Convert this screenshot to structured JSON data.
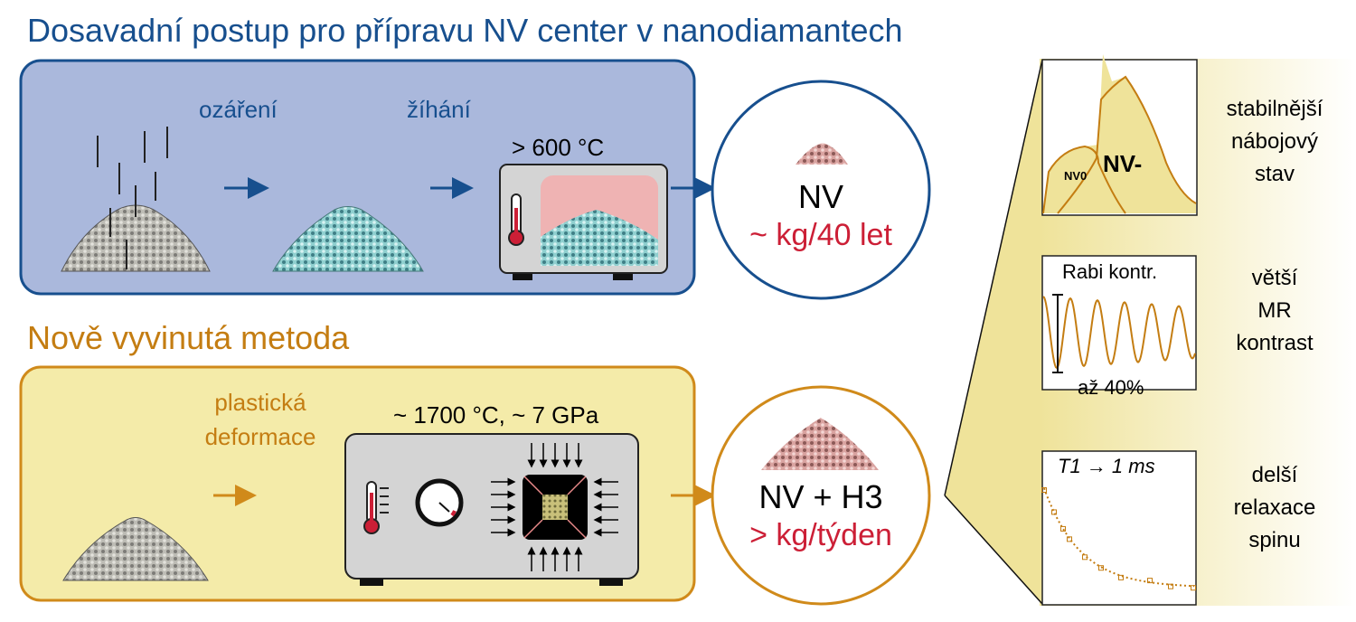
{
  "colors": {
    "blue": "#174f8e",
    "blue_panel": "#aab8dc",
    "orange": "#c47d12",
    "yellow_panel": "#f4eba9",
    "red": "#cc1f36"
  },
  "old_method": {
    "title": "Dosavadní postup pro přípravu NV center v nanodiamantech",
    "step1": "ozáření",
    "step2": "žíhání",
    "temperature": "> 600 °C",
    "result_label": "NV",
    "result_rate": "~ kg/40 let"
  },
  "new_method": {
    "title": "Nově vyvinutá metoda",
    "step1_line1": "plastická",
    "step1_line2": "deformace",
    "conditions": "~ 1700 °C, ~ 7 GPa",
    "result_label": "NV + H3",
    "result_rate": "> kg/týden"
  },
  "benefits": [
    {
      "plot_labels": [
        "NV0",
        "NV-"
      ],
      "text": [
        "stabilnější",
        "nábojový",
        "stav"
      ]
    },
    {
      "plot_title": "Rabi kontr.",
      "plot_note": "až 40%",
      "text": [
        "větší",
        "MR",
        "kontrast"
      ]
    },
    {
      "plot_title": "T1 → 1 ms",
      "text": [
        "delší",
        "relaxace",
        "spinu"
      ]
    }
  ]
}
